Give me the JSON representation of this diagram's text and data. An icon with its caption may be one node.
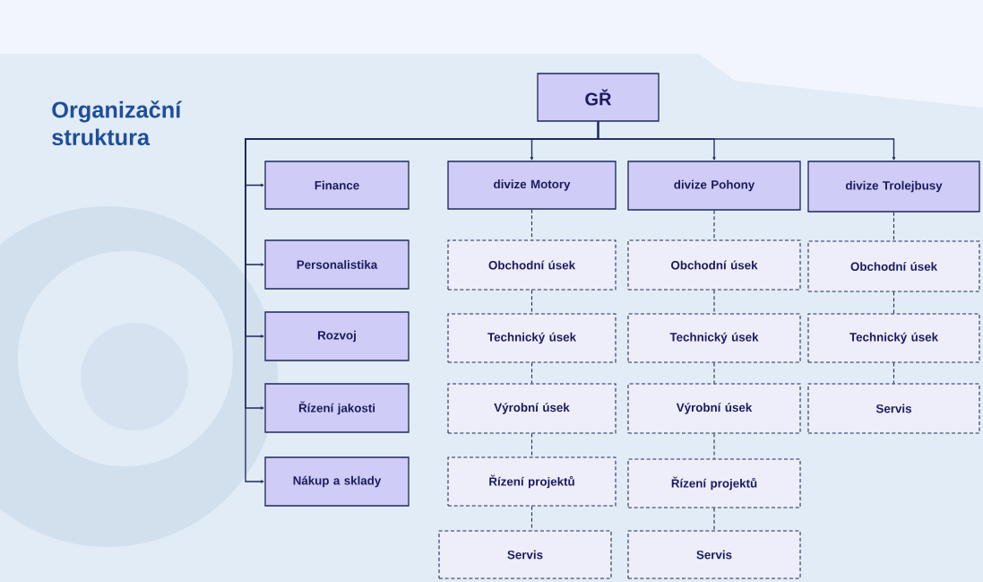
{
  "diagram": {
    "title": "Organizační struktura",
    "nodes": [
      {
        "text": [
          "GŘ"
        ]
      },
      {
        "text": [
          "Finance"
        ]
      },
      {
        "text": [
          "divize Motory"
        ]
      },
      {
        "text": [
          "divize Pohony"
        ]
      },
      {
        "text": [
          "divize Trolejbusy"
        ]
      },
      {
        "text": [
          "Personalistika"
        ]
      },
      {
        "text": [
          "Obchodní úsek"
        ]
      },
      {
        "text": [
          "Obchodní úsek"
        ]
      },
      {
        "text": [
          "Obchodní úsek"
        ]
      },
      {
        "text": [
          "Rozvoj"
        ]
      },
      {
        "text": [
          "Technický úsek"
        ]
      },
      {
        "text": [
          "Technický úsek"
        ]
      },
      {
        "text": [
          "Technický úsek"
        ]
      },
      {
        "text": [
          "Řízení jakosti"
        ]
      },
      {
        "text": [
          "Výrobní úsek"
        ]
      },
      {
        "text": [
          "Výrobní úsek"
        ]
      },
      {
        "text": [
          "Servis"
        ]
      },
      {
        "text": [
          "Nákup a sklady"
        ]
      },
      {
        "text": [
          "Řízení projektů"
        ]
      },
      {
        "text": [
          "Řízení projektů"
        ]
      },
      {
        "text": [
          "Servis"
        ]
      },
      {
        "text": [
          "Servis"
        ]
      }
    ],
    "edges": [
      {
        "from": 0,
        "to": 1,
        "arrow": "to"
      },
      {
        "from": 0,
        "to": 2,
        "arrow": "to"
      },
      {
        "from": 0,
        "to": 3,
        "arrow": "to"
      },
      {
        "from": 0,
        "to": 4,
        "arrow": "to"
      },
      {
        "from": 0,
        "to": 5,
        "arrow": "to"
      },
      {
        "from": 0,
        "to": 9,
        "arrow": "to"
      },
      {
        "from": 0,
        "to": 13,
        "arrow": "to"
      },
      {
        "from": 0,
        "to": 17,
        "arrow": "to"
      },
      {
        "from": 2,
        "to": 6,
        "arrow": "none",
        "style": "dashed"
      },
      {
        "from": 6,
        "to": 10,
        "arrow": "none",
        "style": "dashed"
      },
      {
        "from": 10,
        "to": 14,
        "arrow": "none",
        "style": "dashed"
      },
      {
        "from": 14,
        "to": 18,
        "arrow": "none",
        "style": "dashed"
      },
      {
        "from": 18,
        "to": 20,
        "arrow": "none",
        "style": "dashed"
      },
      {
        "from": 3,
        "to": 7,
        "arrow": "none",
        "style": "dashed"
      },
      {
        "from": 7,
        "to": 11,
        "arrow": "none",
        "style": "dashed"
      },
      {
        "from": 11,
        "to": 15,
        "arrow": "none",
        "style": "dashed"
      },
      {
        "from": 15,
        "to": 19,
        "arrow": "none",
        "style": "dashed"
      },
      {
        "from": 19,
        "to": 21,
        "arrow": "none",
        "style": "dashed"
      },
      {
        "from": 4,
        "to": 8,
        "arrow": "none",
        "style": "dashed"
      },
      {
        "from": 8,
        "to": 12,
        "arrow": "none",
        "style": "dashed"
      },
      {
        "from": 12,
        "to": 16,
        "arrow": "none",
        "style": "dashed"
      }
    ]
  }
}
